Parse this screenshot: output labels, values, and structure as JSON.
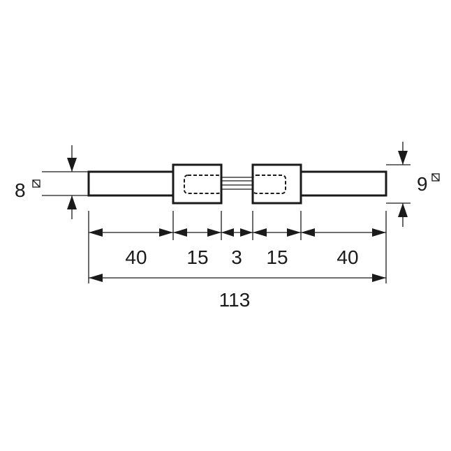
{
  "drawing": {
    "left_height": {
      "value": "8",
      "symbol": "square-section-icon"
    },
    "right_height": {
      "value": "9",
      "symbol": "square-section-icon"
    },
    "segments": [
      {
        "label": "40"
      },
      {
        "label": "15"
      },
      {
        "label": "3"
      },
      {
        "label": "15"
      },
      {
        "label": "40"
      }
    ],
    "total": {
      "label": "113"
    }
  }
}
